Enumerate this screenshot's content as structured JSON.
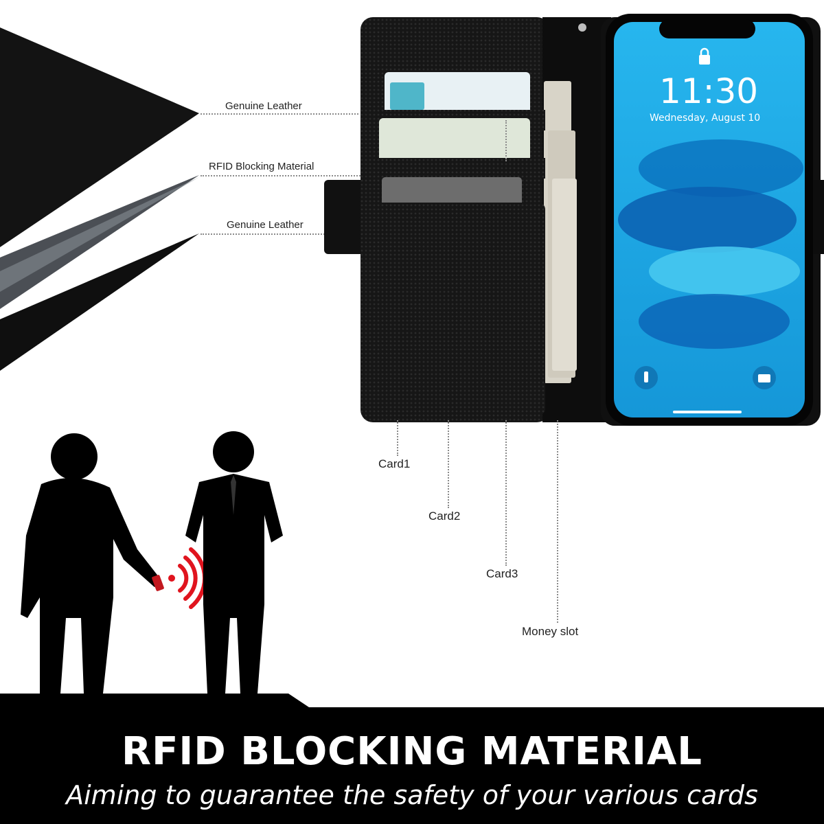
{
  "layers": {
    "top_label": "Genuine Leather",
    "middle_label": "RFID Blocking Material",
    "bottom_label": "Genuine Leather"
  },
  "callouts": {
    "card1": "Card1",
    "card2": "Card2",
    "card3": "Card3",
    "money_slot": "Money slot"
  },
  "phone": {
    "time": "11:30",
    "date": "Wednesday, August 10"
  },
  "banner": {
    "title": "RFID BLOCKING MATERIAL",
    "subtitle": "Aiming to guarantee the safety of your various cards"
  },
  "colors": {
    "leather": "#141414",
    "rfid_mesh": "#5a5e63",
    "screen_blue": "#1ea9e6",
    "signal_red": "#e0141e",
    "banner_bg": "#000000"
  },
  "icons": {
    "lock": "lock-icon",
    "flashlight": "flashlight-icon",
    "camera": "camera-icon",
    "signal": "rfid-signal-icon"
  }
}
